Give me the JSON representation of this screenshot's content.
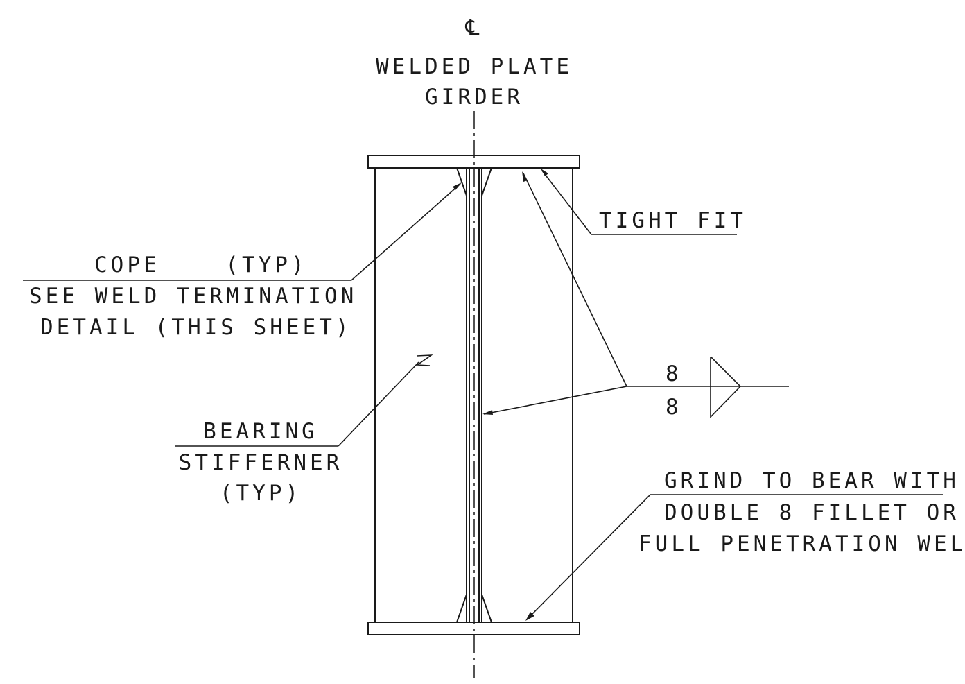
{
  "centerline": {
    "symbol": "℄",
    "title_line1": "WELDED PLATE",
    "title_line2": "GIRDER"
  },
  "labels": {
    "tight_fit": "TIGHT FIT",
    "cope_line1": "COPE    (TYP)",
    "cope_line2": "SEE WELD TERMINATION",
    "cope_line3": "DETAIL (THIS SHEET)",
    "bearing_line1": "BEARING",
    "bearing_line2": "STIFFERNER",
    "bearing_line3": "(TYP)",
    "weld_size_top": "8",
    "weld_size_bottom": "8",
    "grind_line1": "GRIND TO BEAR WITH",
    "grind_line2": "DOUBLE 8 FILLET OR",
    "grind_line3": "FULL PENETRATION WELD"
  }
}
